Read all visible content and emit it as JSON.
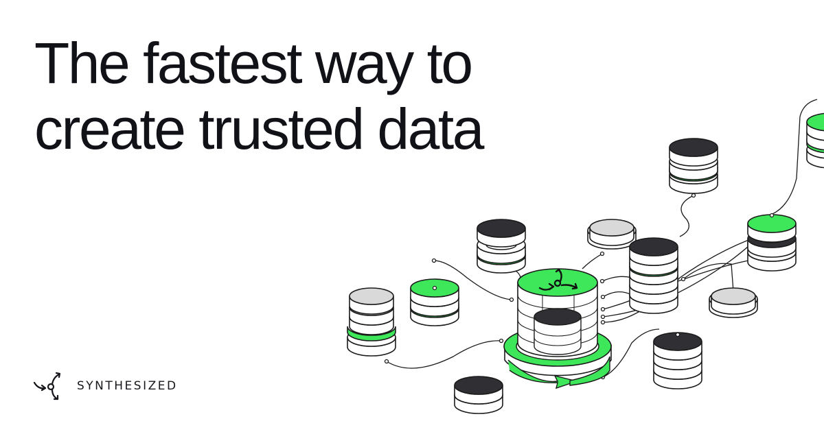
{
  "headline": {
    "line1": "The fastest way to",
    "line2": "create trusted data"
  },
  "brand": {
    "name": "SYNTHESIZED",
    "logo_icon": "synthesized-logo-icon"
  },
  "colors": {
    "accent": "#3ee65a",
    "dark": "#2f2f34",
    "light": "#d9d9d9",
    "ink": "#111118"
  }
}
